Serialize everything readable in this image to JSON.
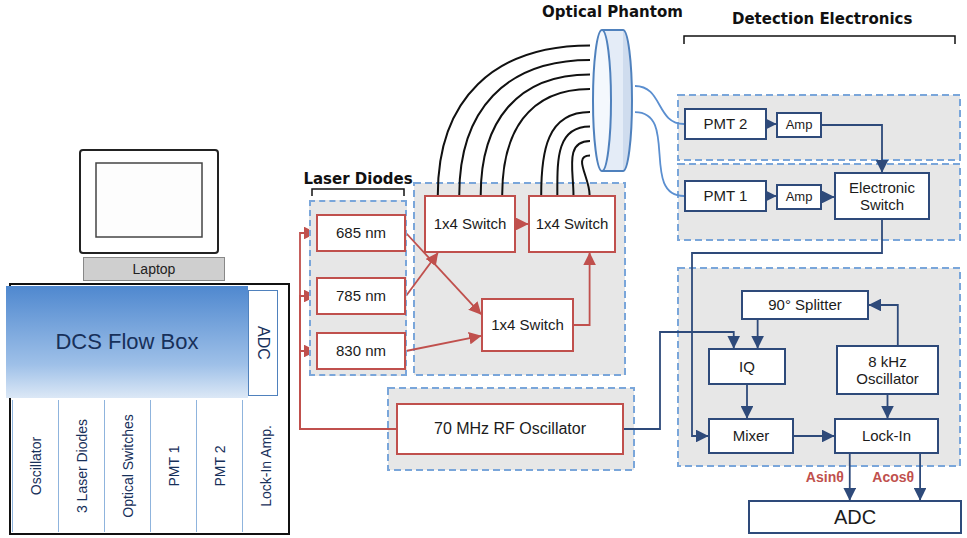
{
  "diagram": {
    "nodes": [
      {
        "text": [
          "Laptop"
        ]
      },
      {
        "text": [
          "DCS Flow Box"
        ]
      },
      {
        "text": [
          "ADC"
        ]
      },
      {
        "text": [
          "Oscillator"
        ]
      },
      {
        "text": [
          "3 Laser Diodes"
        ]
      },
      {
        "text": [
          "Optical Switches"
        ]
      },
      {
        "text": [
          "PMT 1"
        ]
      },
      {
        "text": [
          "PMT 2"
        ]
      },
      {
        "text": [
          "Lock-In Amp."
        ]
      },
      {
        "text": [
          "Laser Diodes"
        ]
      },
      {
        "text": [
          "685 nm"
        ],
        "in": 9
      },
      {
        "text": [
          "785 nm"
        ],
        "in": 9
      },
      {
        "text": [
          "830 nm"
        ],
        "in": 9
      },
      {
        "text": [
          "1x4 Switch"
        ]
      },
      {
        "text": [
          "1x4 Switch"
        ]
      },
      {
        "text": [
          "1x4 Switch"
        ]
      },
      {
        "text": [
          "Optical Phantom"
        ]
      },
      {
        "text": [
          "PMT 2"
        ]
      },
      {
        "text": [
          "Amp"
        ]
      },
      {
        "text": [
          "PMT 1"
        ]
      },
      {
        "text": [
          "Amp"
        ]
      },
      {
        "text": [
          "Electronic Switch"
        ]
      },
      {
        "text": [
          "90° Splitter"
        ]
      },
      {
        "text": [
          "IQ"
        ]
      },
      {
        "text": [
          "8 kHz Oscillator"
        ]
      },
      {
        "text": [
          "Mixer"
        ]
      },
      {
        "text": [
          "Lock-In"
        ]
      },
      {
        "text": [
          "70 MHz RF Oscillator"
        ]
      },
      {
        "text": [
          "ADC"
        ]
      }
    ],
    "edges": [
      {
        "from": 10,
        "to": 15,
        "arrow": "to"
      },
      {
        "from": 11,
        "to": 13,
        "arrow": "to"
      },
      {
        "from": 12,
        "to": 15,
        "arrow": "to"
      },
      {
        "from": 13,
        "to": 14,
        "arrow": "to"
      },
      {
        "from": 15,
        "to": 14,
        "arrow": "to"
      },
      {
        "from": 27,
        "to": 10,
        "arrow": "to"
      },
      {
        "from": 27,
        "to": 11,
        "arrow": "to"
      },
      {
        "from": 27,
        "to": 12,
        "arrow": "to"
      },
      {
        "from": 13,
        "to": 16,
        "arrow": "none"
      },
      {
        "from": 14,
        "to": 16,
        "arrow": "none"
      },
      {
        "from": 16,
        "to": 17,
        "arrow": "none"
      },
      {
        "from": 16,
        "to": 19,
        "arrow": "none"
      },
      {
        "from": 17,
        "to": 18,
        "arrow": "to"
      },
      {
        "from": 19,
        "to": 20,
        "arrow": "to"
      },
      {
        "from": 20,
        "to": 21,
        "arrow": "to"
      },
      {
        "from": 18,
        "to": 21,
        "arrow": "to"
      },
      {
        "from": 21,
        "to": 25,
        "arrow": "to"
      },
      {
        "from": 27,
        "to": 23,
        "arrow": "to"
      },
      {
        "from": 24,
        "to": 22,
        "arrow": "to"
      },
      {
        "from": 22,
        "to": 23,
        "arrow": "to"
      },
      {
        "from": 23,
        "to": 25,
        "arrow": "to"
      },
      {
        "from": 25,
        "to": 26,
        "arrow": "to"
      },
      {
        "from": 24,
        "to": 26,
        "arrow": "to"
      },
      {
        "from": 26,
        "to": 28,
        "label": "Asinθ",
        "arrow": "to"
      },
      {
        "from": 26,
        "to": 28,
        "label": "Acosθ",
        "arrow": "to"
      }
    ],
    "labels": [
      "Detection Electronics"
    ]
  }
}
